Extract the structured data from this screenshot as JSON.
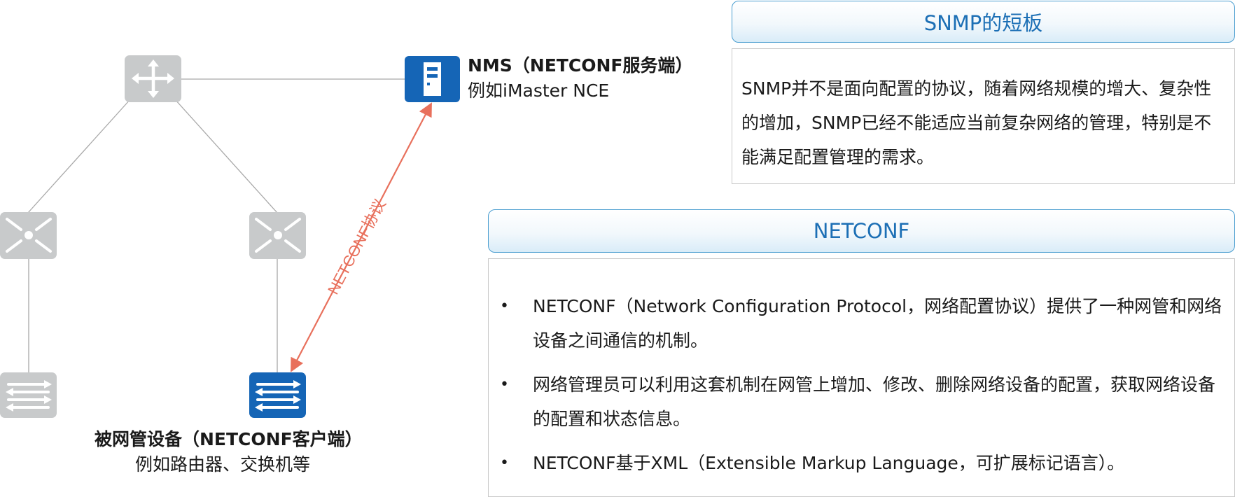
{
  "nms": {
    "title": "NMS（NETCONF服务端）",
    "subtitle": "例如iMaster NCE"
  },
  "device": {
    "title": "被网管设备（NETCONF客户端）",
    "subtitle": "例如路由器、交换机等"
  },
  "protocol_label": "NETCONF协议",
  "snmp_panel": {
    "header": "SNMP的短板",
    "text": "SNMP并不是面向配置的协议，随着网络规模的增大、复杂性的增加，SNMP已经不能适应当前复杂网络的管理，特别是不能满足配置管理的需求。"
  },
  "netconf_panel": {
    "header": "NETCONF",
    "bullets": [
      "NETCONF（Network Configuration Protocol，网络配置协议）提供了一种网管和网络设备之间通信的机制。",
      "网络管理员可以利用这套机制在网管上增加、修改、删除网络设备的配置，获取网络设备的配置和状态信息。",
      "NETCONF基于XML（Extensible Markup Language，可扩展标记语言）。"
    ]
  },
  "colors": {
    "accent_blue": "#1c6fb5",
    "protocol_arrow": "#e8705c",
    "inactive_device": "#c8cacb",
    "link_line": "#a8a8a8"
  },
  "icons": {
    "router_top": "router-icon",
    "nms_server": "server-icon",
    "core_left": "layer3-switch-icon",
    "core_right": "layer3-switch-icon",
    "switch_left": "switch-icon",
    "switch_managed": "switch-icon"
  }
}
